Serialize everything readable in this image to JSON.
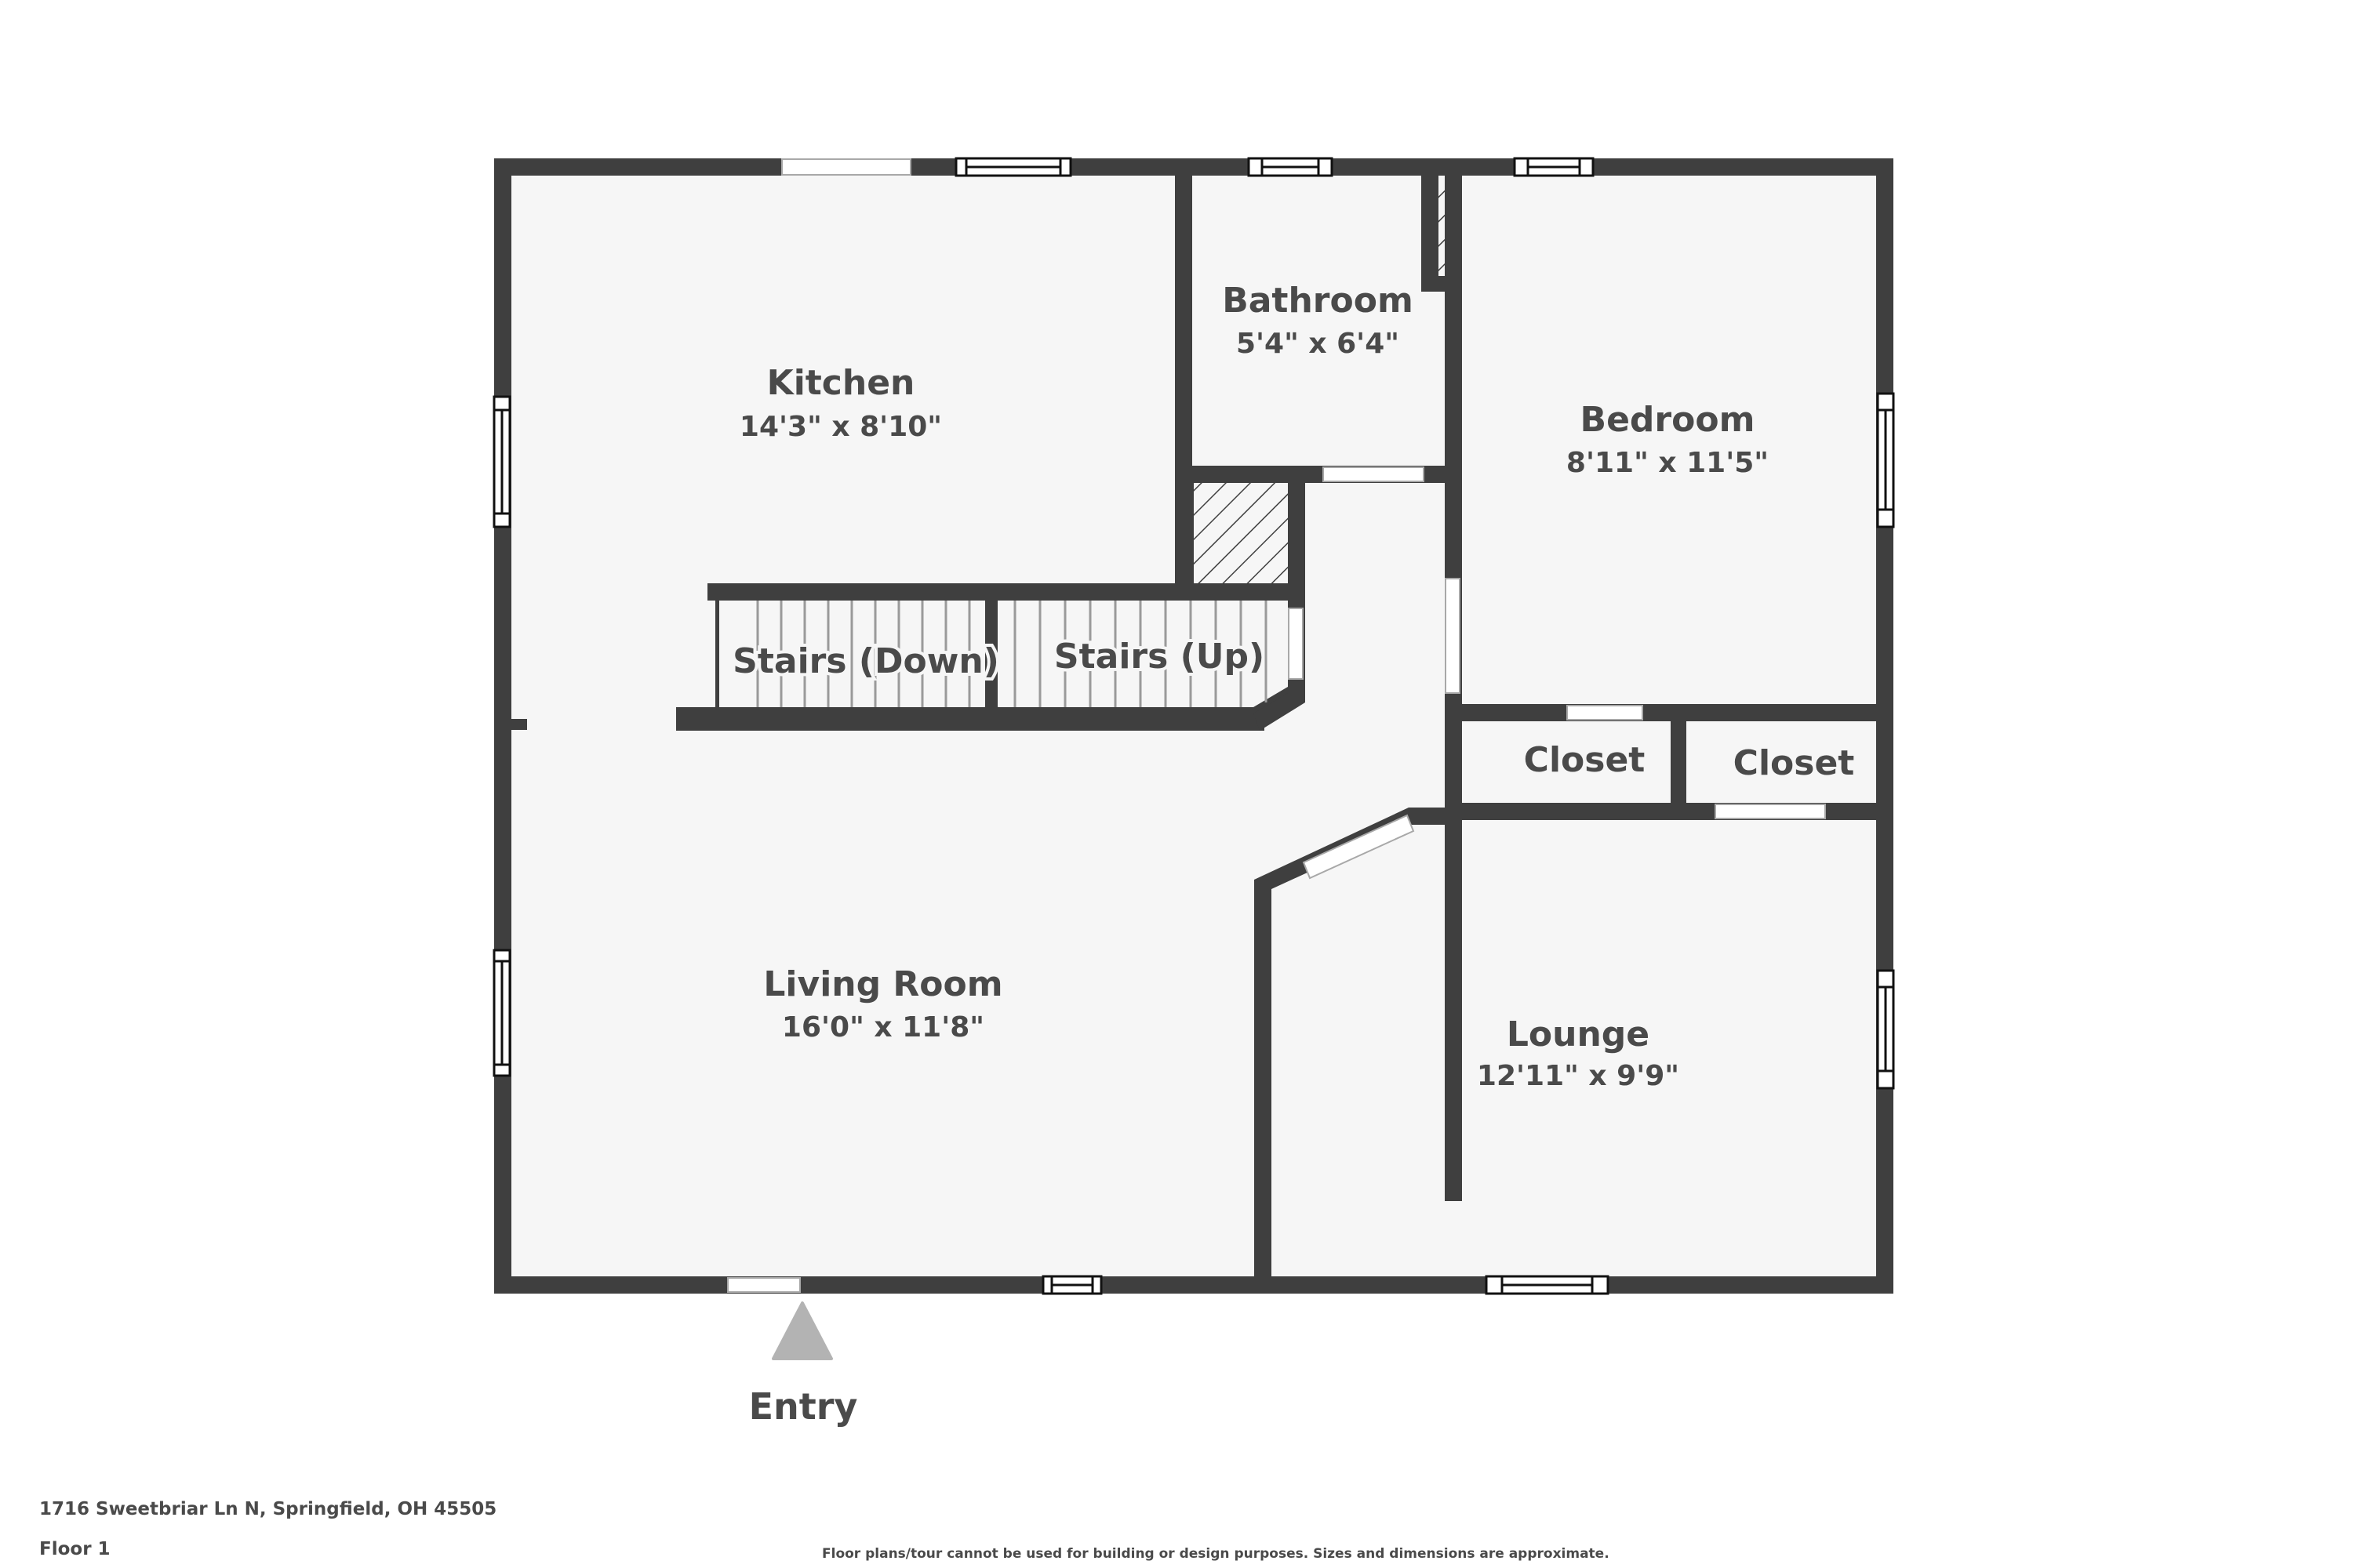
{
  "property": {
    "address": "1716 Sweetbriar Ln N, Springfield, OH 45505",
    "floor": "Floor 1"
  },
  "disclaimer": "Floor plans/tour cannot be used for building or design purposes. Sizes and dimensions are approximate.",
  "entry": {
    "label": "Entry",
    "icon": "triangle-up-icon",
    "icon_color": "#b3b3b3"
  },
  "colors": {
    "wall": "#3f3f3f",
    "floor": "#f6f6f6",
    "text": "#4a4a4a",
    "background": "#ffffff"
  },
  "rooms": [
    {
      "name": "Kitchen",
      "dimensions": "14'3\" x 8'10\""
    },
    {
      "name": "Bathroom",
      "dimensions": "5'4\" x 6'4\""
    },
    {
      "name": "Bedroom",
      "dimensions": "8'11\" x 11'5\""
    },
    {
      "name": "Stairs (Down)",
      "dimensions": ""
    },
    {
      "name": "Stairs (Up)",
      "dimensions": ""
    },
    {
      "name": "Closet",
      "dimensions": ""
    },
    {
      "name": "Closet",
      "dimensions": ""
    },
    {
      "name": "Living Room",
      "dimensions": "16'0\" x 11'8\""
    },
    {
      "name": "Lounge",
      "dimensions": "12'11\" x 9'9\""
    }
  ]
}
